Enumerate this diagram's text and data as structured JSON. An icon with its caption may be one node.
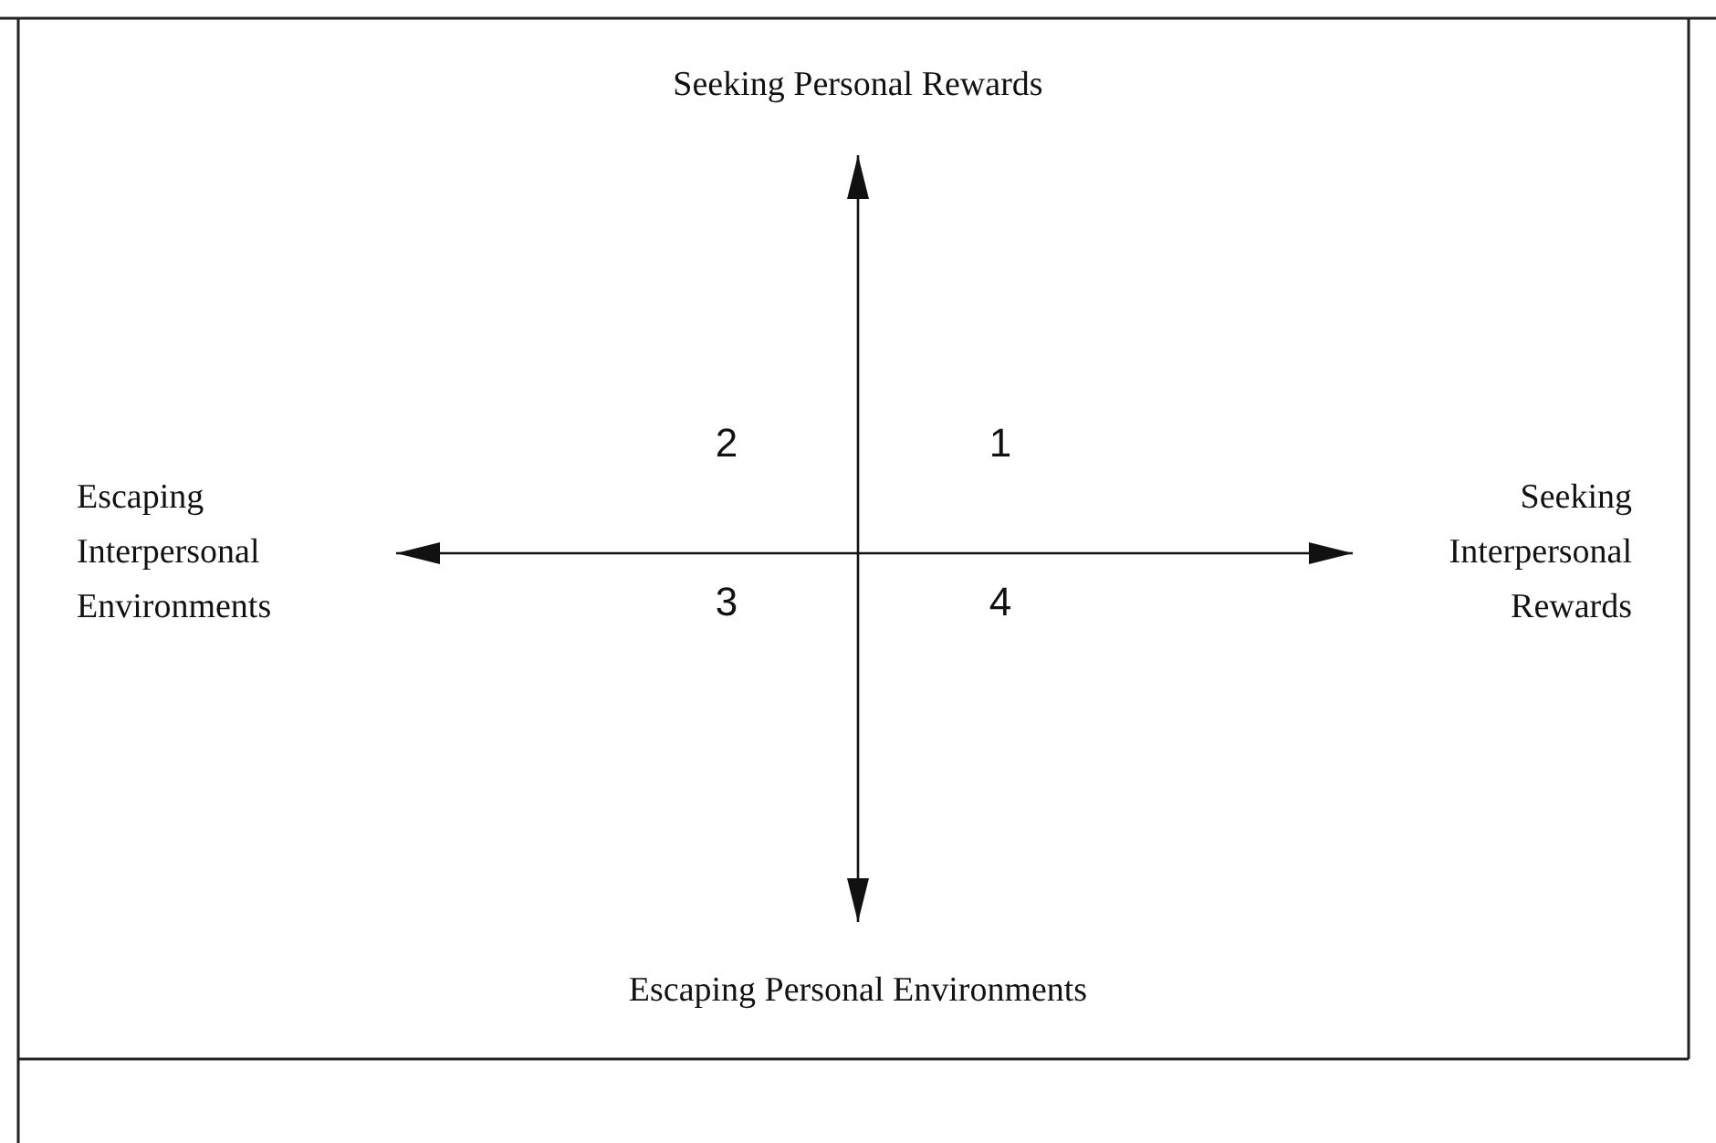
{
  "diagram": {
    "nodes": [
      {
        "text": [
          "Seeking Personal Rewards"
        ]
      },
      {
        "text": [
          "Escaping Interpersonal Environments"
        ]
      },
      {
        "text": [
          "Seeking Interpersonal Rewards"
        ]
      },
      {
        "text": [
          "Escaping Personal Environments"
        ]
      }
    ],
    "edges": [
      {
        "from": 1,
        "to": 2,
        "arrow": "both"
      },
      {
        "from": 0,
        "to": 3,
        "arrow": "both"
      }
    ],
    "labels": [
      "2",
      "1",
      "3",
      "4"
    ]
  }
}
